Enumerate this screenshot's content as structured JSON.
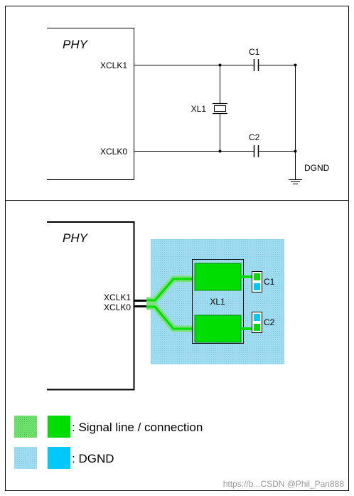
{
  "schematic": {
    "block_label": "PHY",
    "pin_clk1": "XCLK1",
    "pin_clk0": "XCLK0",
    "crystal_label": "XL1",
    "cap1_label": "C1",
    "cap2_label": "C2",
    "ground_label": "DGND"
  },
  "layout": {
    "block_label": "PHY",
    "pin_clk1": "XCLK1",
    "pin_clk0": "XCLK0",
    "crystal_label": "XL1",
    "cap1_label": "C1",
    "cap2_label": "C2"
  },
  "legend": {
    "signal_text": ": Signal line / connection",
    "ground_text": ": DGND"
  },
  "colors": {
    "signal": "#00dd00",
    "signal_light": "#66dd66",
    "ground": "#00ccff",
    "ground_light": "#a0dff0",
    "line": "#000000"
  },
  "watermark": "https://b...CSDN @Phil_Pan888"
}
